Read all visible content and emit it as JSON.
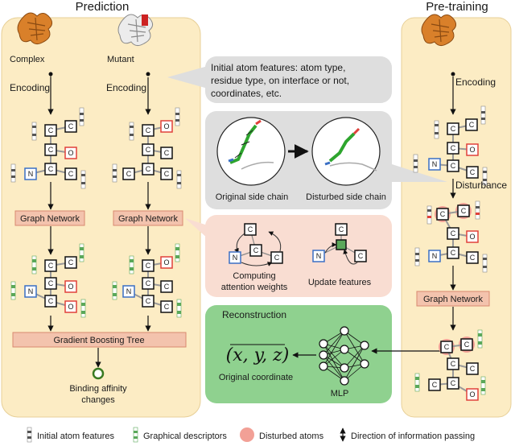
{
  "panels": {
    "prediction": {
      "title": "Prediction"
    },
    "pretraining": {
      "title": "Pre-training"
    }
  },
  "labels": {
    "complex": "Complex",
    "mutant": "Mutant",
    "encoding": "Encoding",
    "graph_network": "Graph Network",
    "gradient_boosting_tree": "Gradient Boosting Tree",
    "binding_affinity_line1": "Binding affinity",
    "binding_affinity_line2": "changes",
    "disturbance": "Disturbance"
  },
  "callouts": {
    "features": {
      "line1": "Initial atom features: atom type,",
      "line2": "residue type, on interface or not,",
      "line3": "coordinates, etc."
    },
    "sidechain": {
      "original": "Original side chain",
      "disturbed": "Disturbed side chain"
    },
    "attention": {
      "left_line1": "Computing",
      "left_line2": "attention weights",
      "right": "Update features"
    },
    "reconstruction": {
      "title": "Reconstruction",
      "coord": "(x, y, z)",
      "coord_label": "Original coordinate",
      "mlp": "MLP"
    }
  },
  "node_letters": {
    "c": "C",
    "n": "N",
    "o": "O"
  },
  "legend": {
    "initial": "Initial atom features",
    "graphical": "Graphical descriptors",
    "disturbed": "Disturbed atoms",
    "direction": "Direction of information passing"
  },
  "colors": {
    "panel_fill": "#fcecc4",
    "callout_gray": "#dedede",
    "callout_pink": "#f9ddd2",
    "callout_green": "#8fd18f",
    "box_fill": "#f3c3ad",
    "box_stroke": "#d98870",
    "n_blue": "#3a6fc4",
    "o_red": "#e0403a",
    "disturbed_pink": "#f2a096",
    "graph_green": "#5aa85a"
  }
}
